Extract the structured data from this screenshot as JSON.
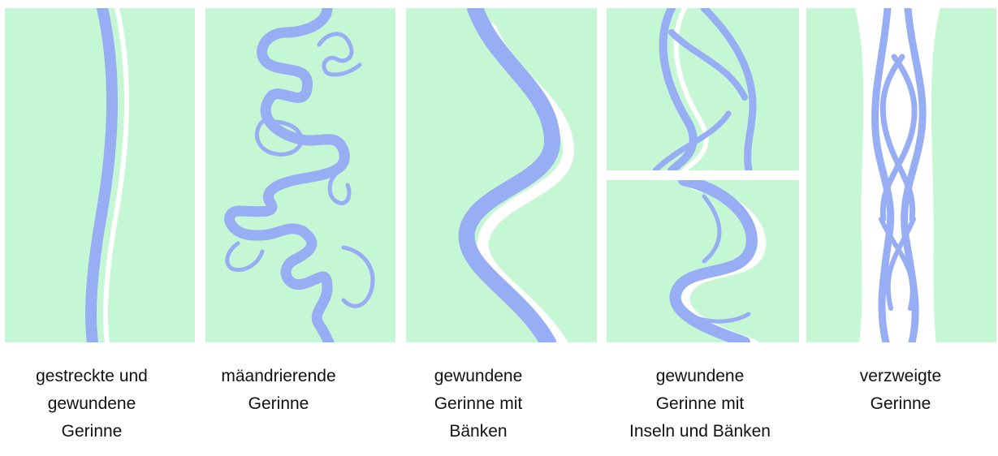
{
  "colors": {
    "land": "#c6f7d4",
    "water": "#97adf4",
    "bar": "#ffffff",
    "text": "#111111"
  },
  "captions": [
    {
      "lines": [
        "gestreckte und",
        "gewundene",
        "Gerinne"
      ]
    },
    {
      "lines": [
        "mäandrierende",
        "Gerinne"
      ]
    },
    {
      "lines": [
        "gewundene",
        "Gerinne mit",
        "Bänken"
      ]
    },
    {
      "lines": [
        "gewundene",
        "Gerinne mit",
        "Inseln und Bänken"
      ]
    },
    {
      "lines": [
        "verzweigte",
        "Gerinne"
      ]
    }
  ]
}
